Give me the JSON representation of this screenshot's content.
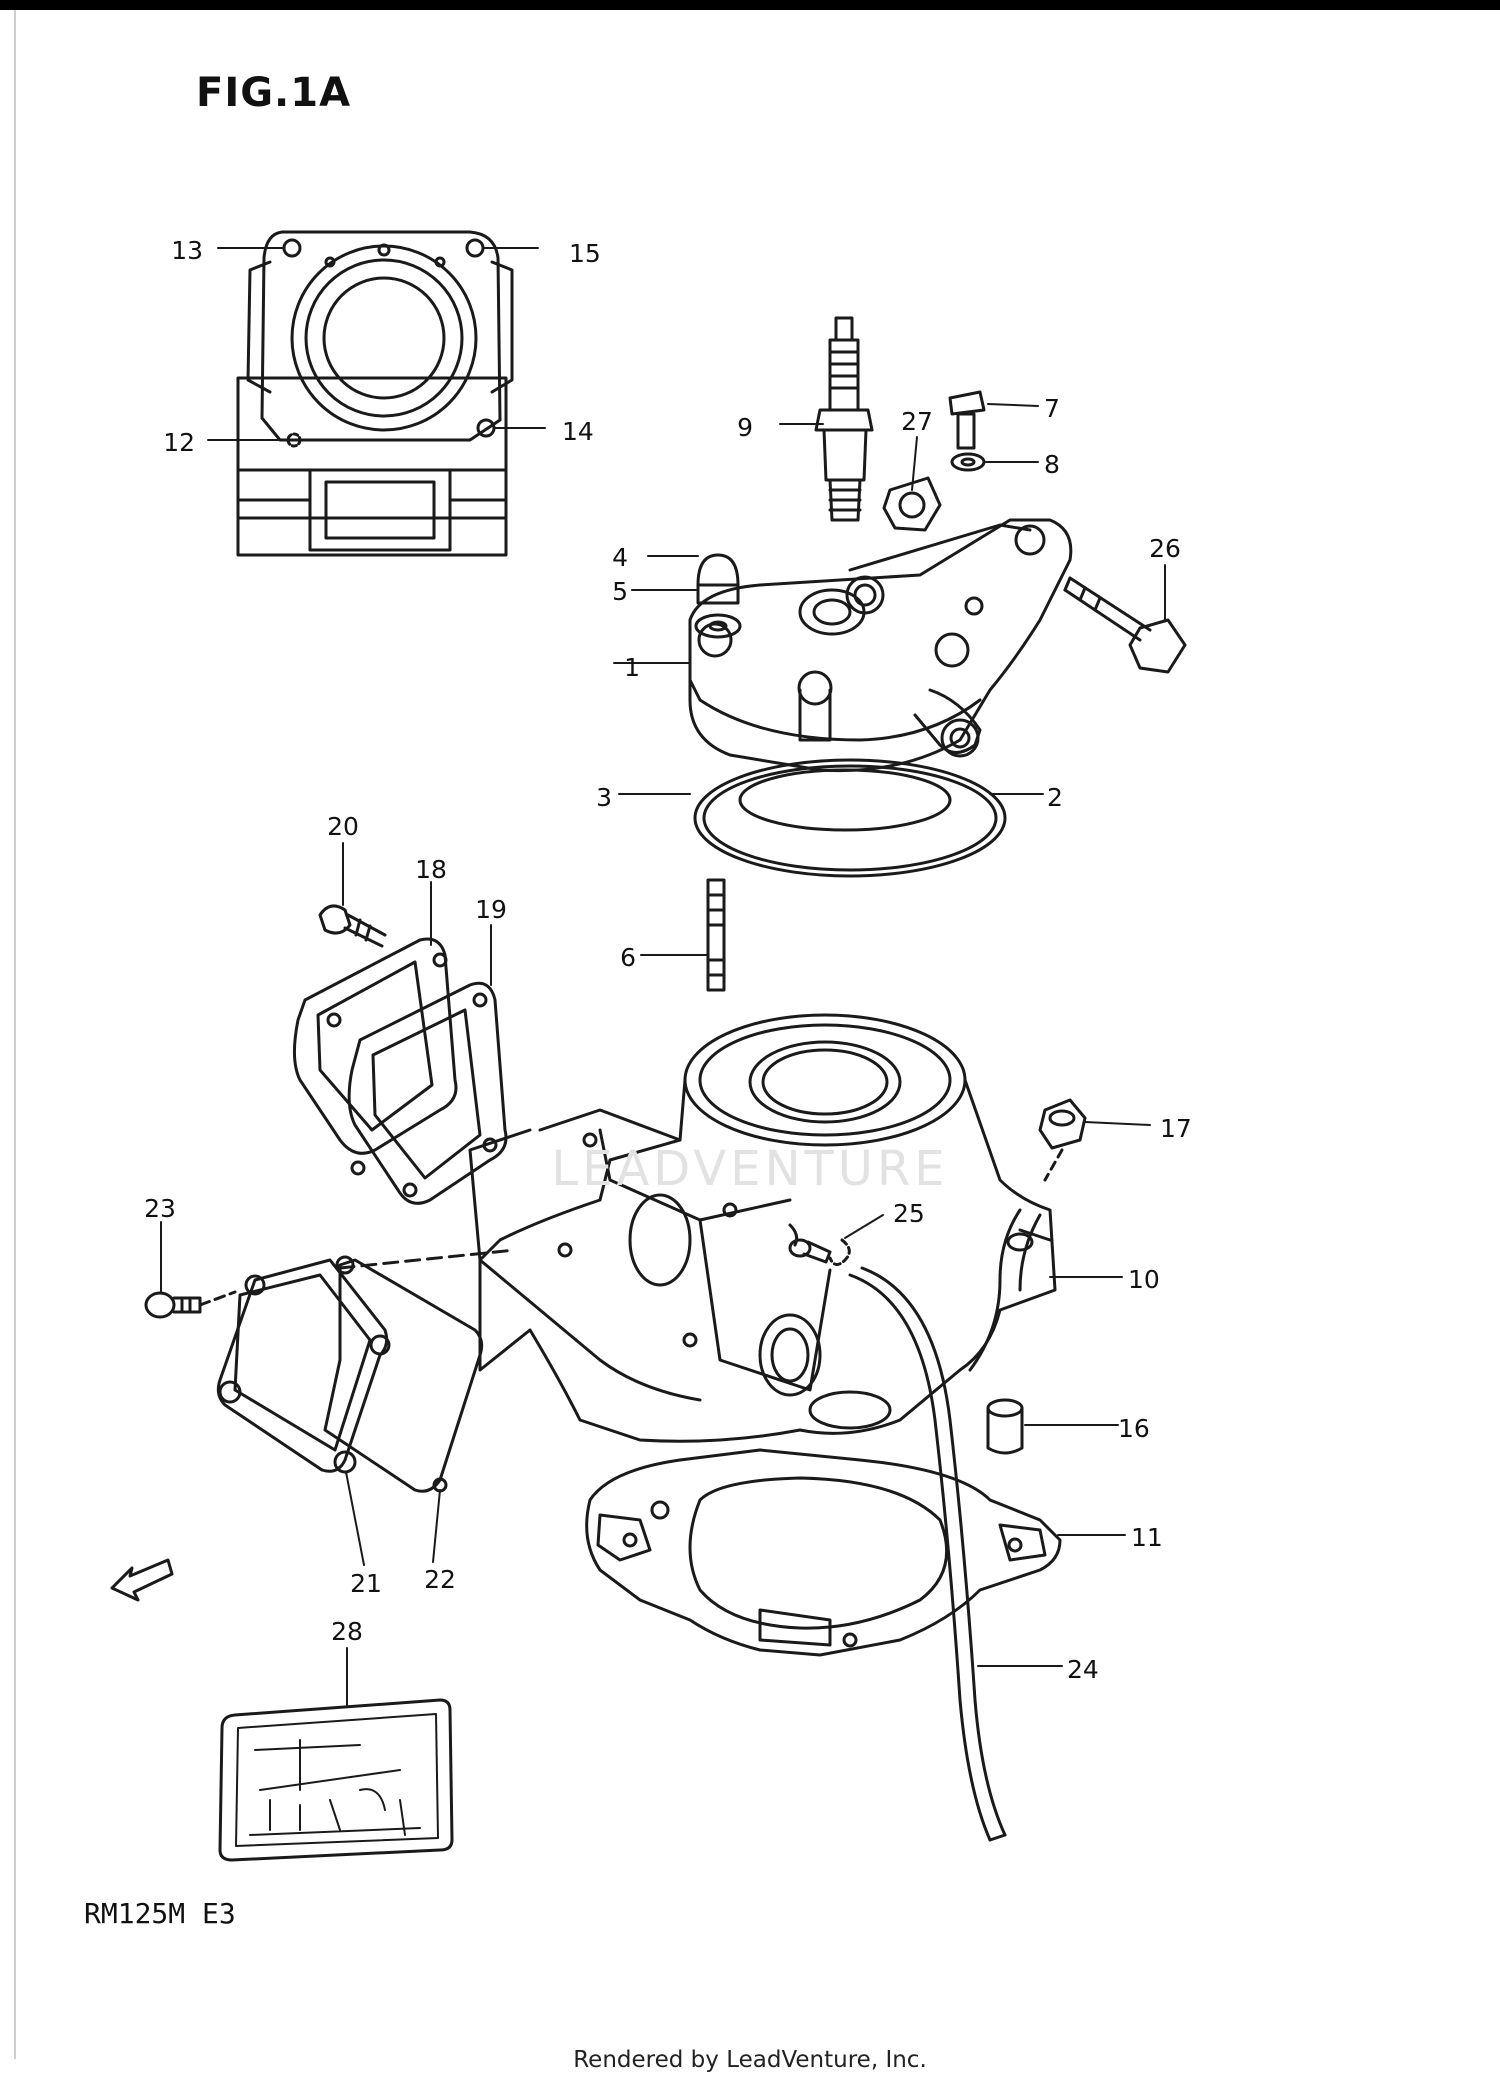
{
  "figure": {
    "title": "FIG.1A",
    "model": "RM125M  E3",
    "footer": "Rendered by LeadVenture, Inc.",
    "watermark": "LEADVENTURE"
  },
  "parts": [
    "1",
    "2",
    "3",
    "4",
    "5",
    "6",
    "7",
    "8",
    "9",
    "10",
    "11",
    "12",
    "13",
    "14",
    "15",
    "16",
    "17",
    "18",
    "19",
    "20",
    "21",
    "22",
    "23",
    "24",
    "25",
    "26",
    "27",
    "28"
  ],
  "icons": {
    "forward": "fwd-arrow-icon"
  },
  "colors": {
    "line": "#1a1a1a",
    "background": "#ffffff"
  }
}
